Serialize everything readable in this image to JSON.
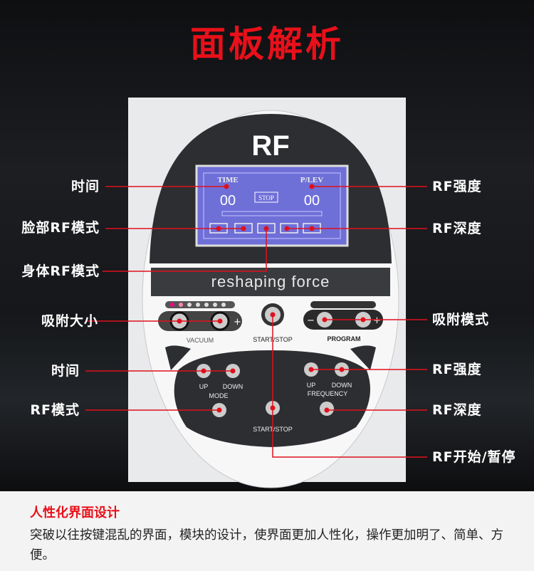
{
  "header": {
    "title": "面板解析",
    "title_color": "#e8101a"
  },
  "device": {
    "logo": "RF",
    "brand_strip": "reshaping force",
    "lcd": {
      "time_label": "TIME",
      "time_value": "00",
      "level_label": "P/LEV",
      "level_value": "00",
      "stop_label": "STOP",
      "bg_color": "#6f6fd8"
    },
    "top_controls": {
      "vacuum_label": "VACUUM",
      "vacuum_minus": "-",
      "vacuum_plus": "+",
      "start_stop_label": "START/STOP",
      "program_label": "PROGRAM",
      "program_minus": "−",
      "program_plus": "+"
    },
    "lower_controls": {
      "up_left": "UP",
      "down_left": "DOWN",
      "mode_label": "MODE",
      "up_right": "UP",
      "down_right": "DOWN",
      "frequency_label": "FREQUENCY",
      "start_stop_label": "START/STOP"
    }
  },
  "callouts": {
    "left": [
      "时间",
      "脸部RF模式",
      "身体RF模式",
      "吸附大小",
      "时间",
      "RF模式"
    ],
    "right": [
      "RF强度",
      "RF深度",
      "吸附模式",
      "RF强度",
      "RF深度",
      "RF开始/暂停"
    ],
    "line_color": "#e0101c"
  },
  "footer": {
    "heading": "人性化界面设计",
    "heading_color": "#e8101a",
    "body": "突破以往按键混乱的界面，模块的设计，使界面更加人性化，操作更加明了、简单、方便。"
  }
}
